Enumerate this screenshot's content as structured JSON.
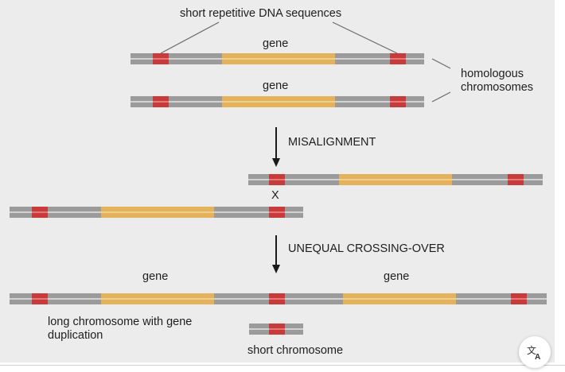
{
  "labels": {
    "repeats": "short repetitive DNA sequences",
    "gene": "gene",
    "homologous": "homologous chromosomes",
    "misalignment": "MISALIGNMENT",
    "cross": "X",
    "unequal": "UNEQUAL CROSSING-OVER",
    "long_chromosome": "long chromosome with gene duplication",
    "short_chromosome": "short chromosome"
  },
  "colors": {
    "chromosome": "#9b9b9b",
    "chromosome_stripe": "#d2d2d2",
    "gene": "#e4b25a",
    "repeat": "#c93a3a",
    "arrow": "#1a1a1a",
    "leader_line": "#6a6a6a"
  },
  "icons": {
    "translate": "translate-icon"
  }
}
